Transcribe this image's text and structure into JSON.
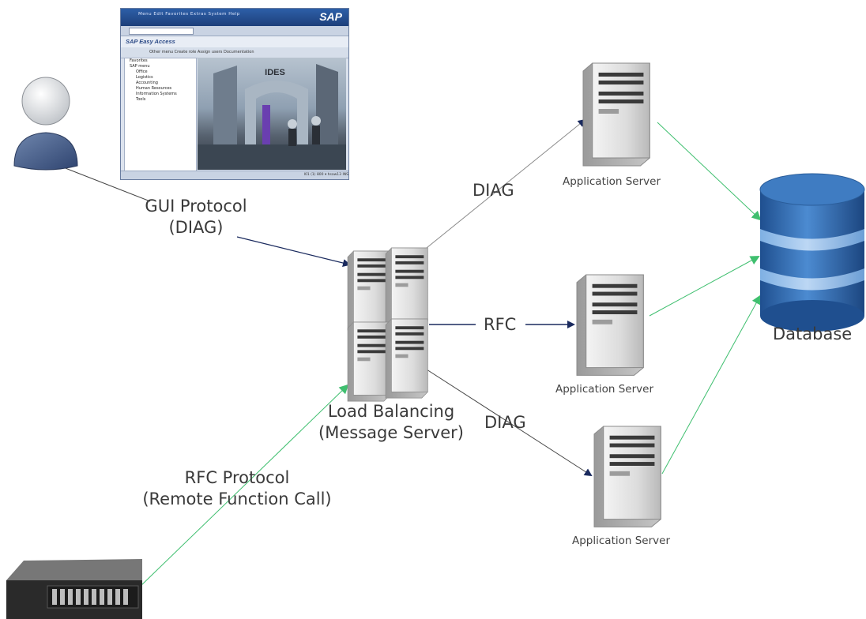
{
  "labels": {
    "gui_protocol_line1": "GUI Protocol",
    "gui_protocol_line2": "(DIAG)",
    "rfc_protocol_line1": "RFC Protocol",
    "rfc_protocol_line2": "(Remote Function Call)",
    "load_balancing_line1": "Load Balancing",
    "load_balancing_line2": "(Message Server)",
    "diag_top": "DIAG",
    "rfc_mid": "RFC",
    "diag_bottom": "DIAG",
    "app_server_top": "Application Server",
    "app_server_mid": "Application Server",
    "app_server_bottom": "Application Server",
    "database": "Database"
  },
  "sap_gui": {
    "menu": "Menu  Edit  Favorites  Extras  System  Help",
    "logo": "SAP",
    "title": "SAP Easy Access",
    "toolbar": "Other menu      Create role      Assign users      Documentation",
    "tree_root_favorites": "Favorites",
    "tree_root_menu": "SAP menu",
    "tree_items": [
      "Office",
      "Logistics",
      "Accounting",
      "Human Resources",
      "Information Systems",
      "Tools"
    ],
    "image_text": "IDES",
    "status": "I01 (1) 800  ▾  hsaw13  INS"
  },
  "colors": {
    "dark_arrow": "#1a2a5e",
    "green_arrow": "#3fbf6f",
    "gray_line": "#8a8a8a",
    "db_blue": "#2f6bb0"
  }
}
